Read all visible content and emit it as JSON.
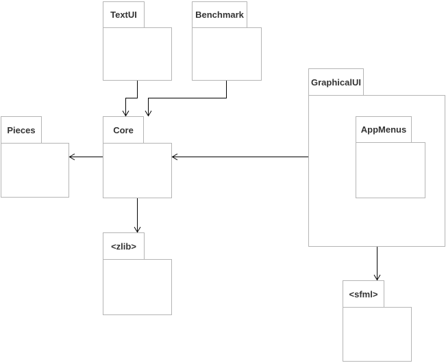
{
  "diagram": {
    "type": "uml-package-diagram",
    "packages": {
      "textui": {
        "label": "TextUI"
      },
      "benchmark": {
        "label": "Benchmark"
      },
      "graphicalui": {
        "label": "GraphicalUI"
      },
      "appmenus": {
        "label": "AppMenus",
        "nested_in": "GraphicalUI"
      },
      "pieces": {
        "label": "Pieces"
      },
      "core": {
        "label": "Core"
      },
      "zlib": {
        "label": "<zlib>"
      },
      "sfml": {
        "label": "<sfml>"
      }
    },
    "dependencies": [
      {
        "from": "TextUI",
        "to": "Core"
      },
      {
        "from": "Benchmark",
        "to": "Core"
      },
      {
        "from": "GraphicalUI",
        "to": "Core"
      },
      {
        "from": "Core",
        "to": "Pieces"
      },
      {
        "from": "Core",
        "to": "<zlib>"
      },
      {
        "from": "GraphicalUI",
        "to": "<sfml>"
      }
    ],
    "colors": {
      "background": "#ffffff",
      "package_border": "#b4b4b4",
      "package_fill": "#ffffff",
      "arrow": "#000000",
      "label_text": "#333333"
    }
  }
}
